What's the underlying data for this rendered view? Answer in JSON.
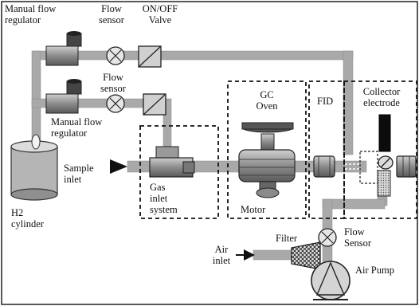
{
  "labels": {
    "manual_flow_regulator_top": "Manual flow\nregulator",
    "flow_sensor_top": "Flow\nsensor",
    "on_off_valve": "ON/OFF\nValve",
    "flow_sensor_mid": "Flow\nsensor",
    "manual_flow_regulator_mid": "Manual flow\nregulator",
    "gc_oven": "GC\nOven",
    "fid": "FID",
    "collector_electrode": "Collector\nelectrode",
    "sample_inlet": "Sample\ninlet",
    "gas_inlet_system": "Gas\ninlet\nsystem",
    "motor": "Motor",
    "h2_cylinder": "H2\ncylinder",
    "flow_sensor_bottom": "Flow\nSensor",
    "filter": "Filter",
    "air_inlet": "Air\ninlet",
    "air_pump": "Air Pump"
  }
}
